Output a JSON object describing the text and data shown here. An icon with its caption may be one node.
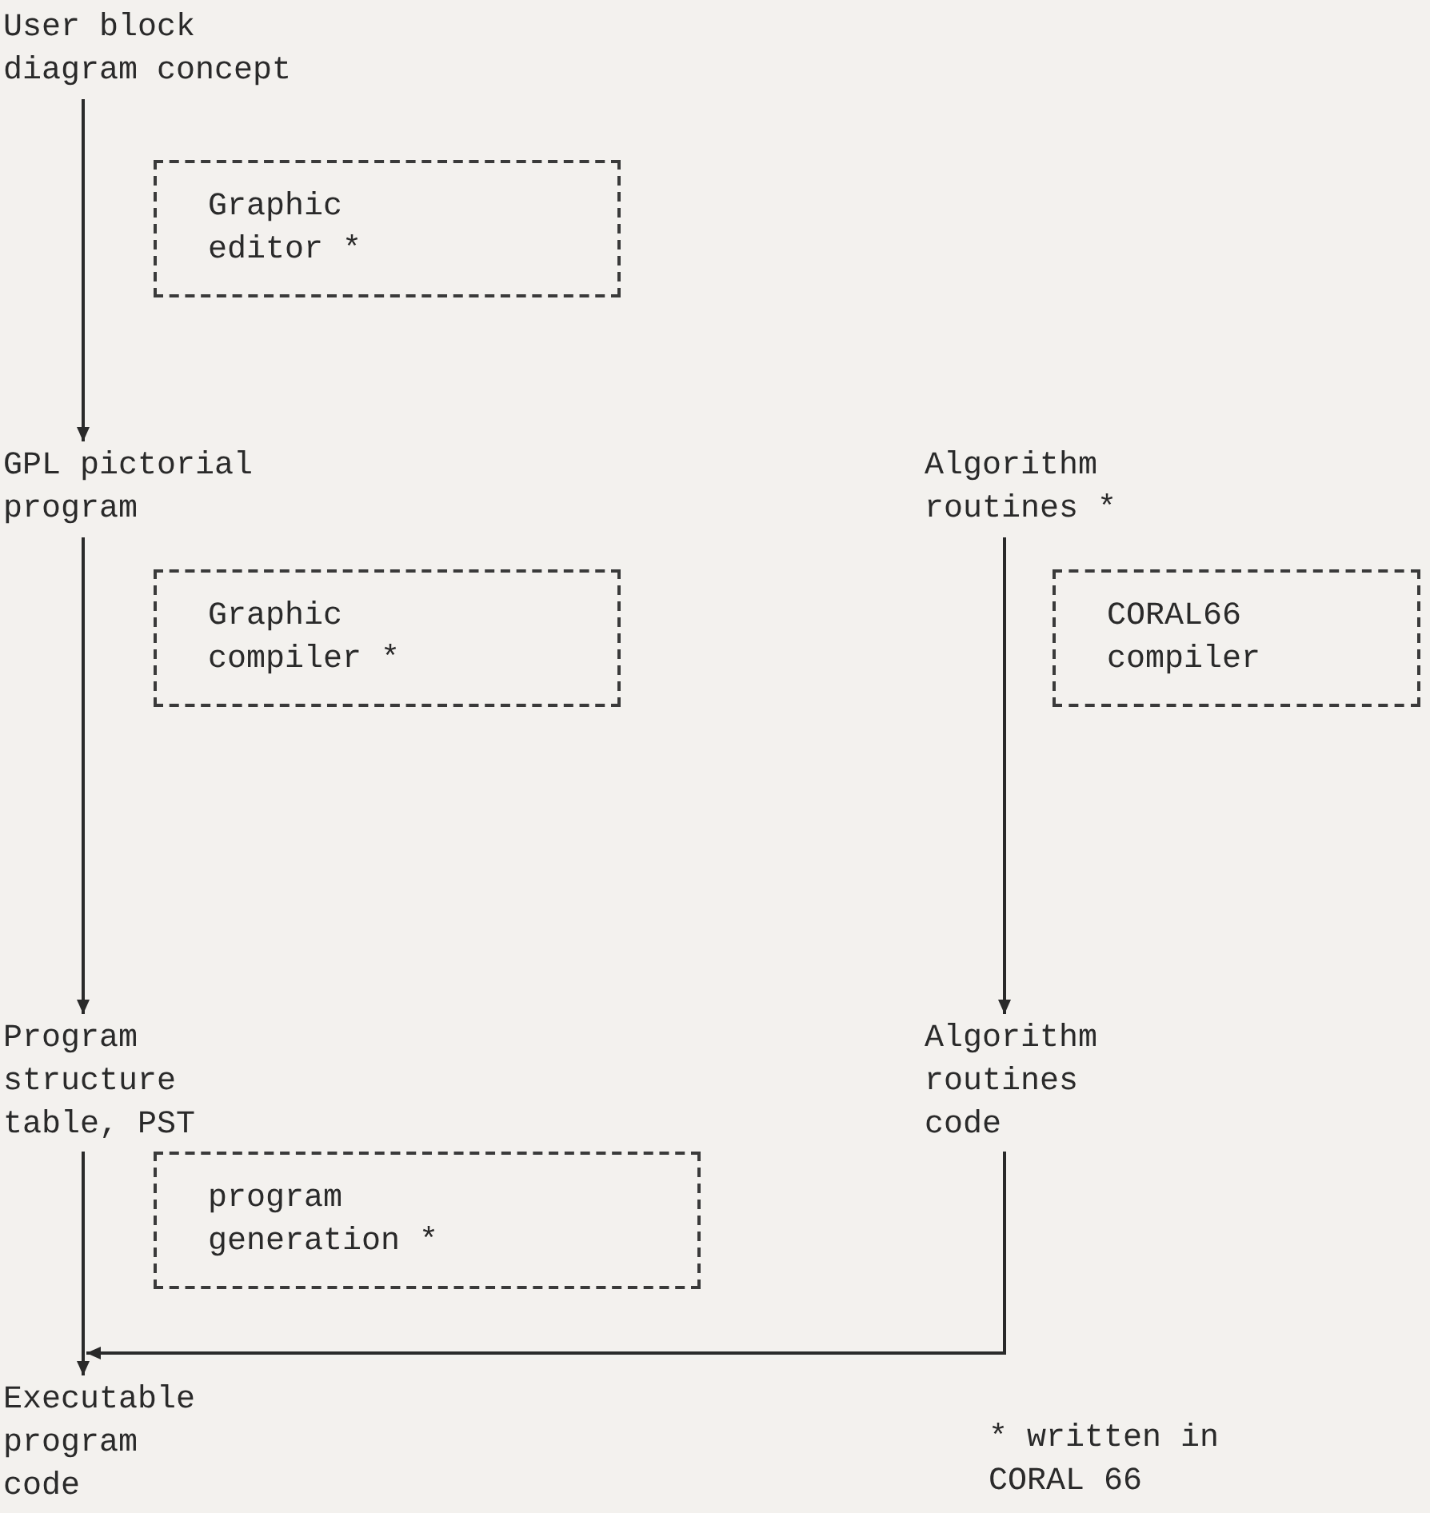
{
  "diagram": {
    "nodes": [
      {
        "text": [
          "User block diagram concept"
        ]
      },
      {
        "text": [
          "Graphic editor *"
        ]
      },
      {
        "text": [
          "GPL pictorial program"
        ]
      },
      {
        "text": [
          "Algorithm routines *"
        ]
      },
      {
        "text": [
          "Graphic compiler *"
        ]
      },
      {
        "text": [
          "CORAL66 compiler"
        ]
      },
      {
        "text": [
          "Program structure table, PST"
        ]
      },
      {
        "text": [
          "Algorithm routines code"
        ]
      },
      {
        "text": [
          "program generation *"
        ]
      },
      {
        "text": [
          "Executable program code"
        ]
      }
    ],
    "edges": [
      {
        "from": 0,
        "to": 2,
        "arrow": "to"
      },
      {
        "from": 2,
        "to": 6,
        "arrow": "to"
      },
      {
        "from": 3,
        "to": 7,
        "arrow": "to"
      },
      {
        "from": 6,
        "to": 9,
        "arrow": "to"
      },
      {
        "from": 7,
        "to": 9,
        "arrow": "to"
      }
    ],
    "labels": [
      "* written in CORAL 66"
    ]
  }
}
